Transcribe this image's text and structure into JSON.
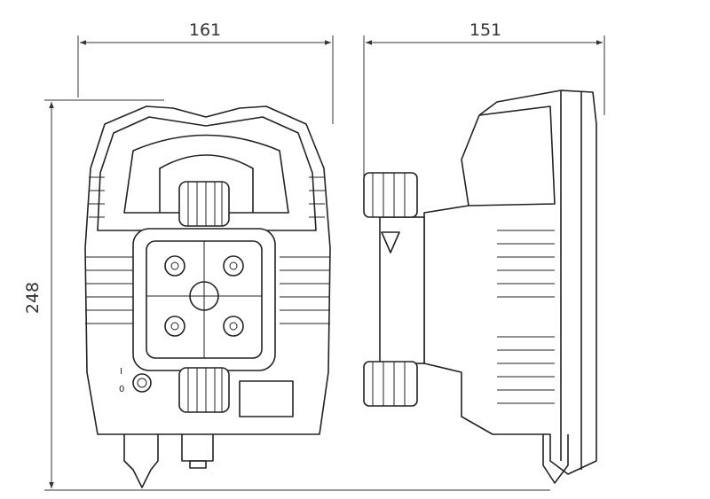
{
  "dimensions": {
    "width_front": "161",
    "width_side": "151",
    "height": "248"
  },
  "front_view": {
    "switch_on_label": "I",
    "switch_off_label": "0"
  }
}
